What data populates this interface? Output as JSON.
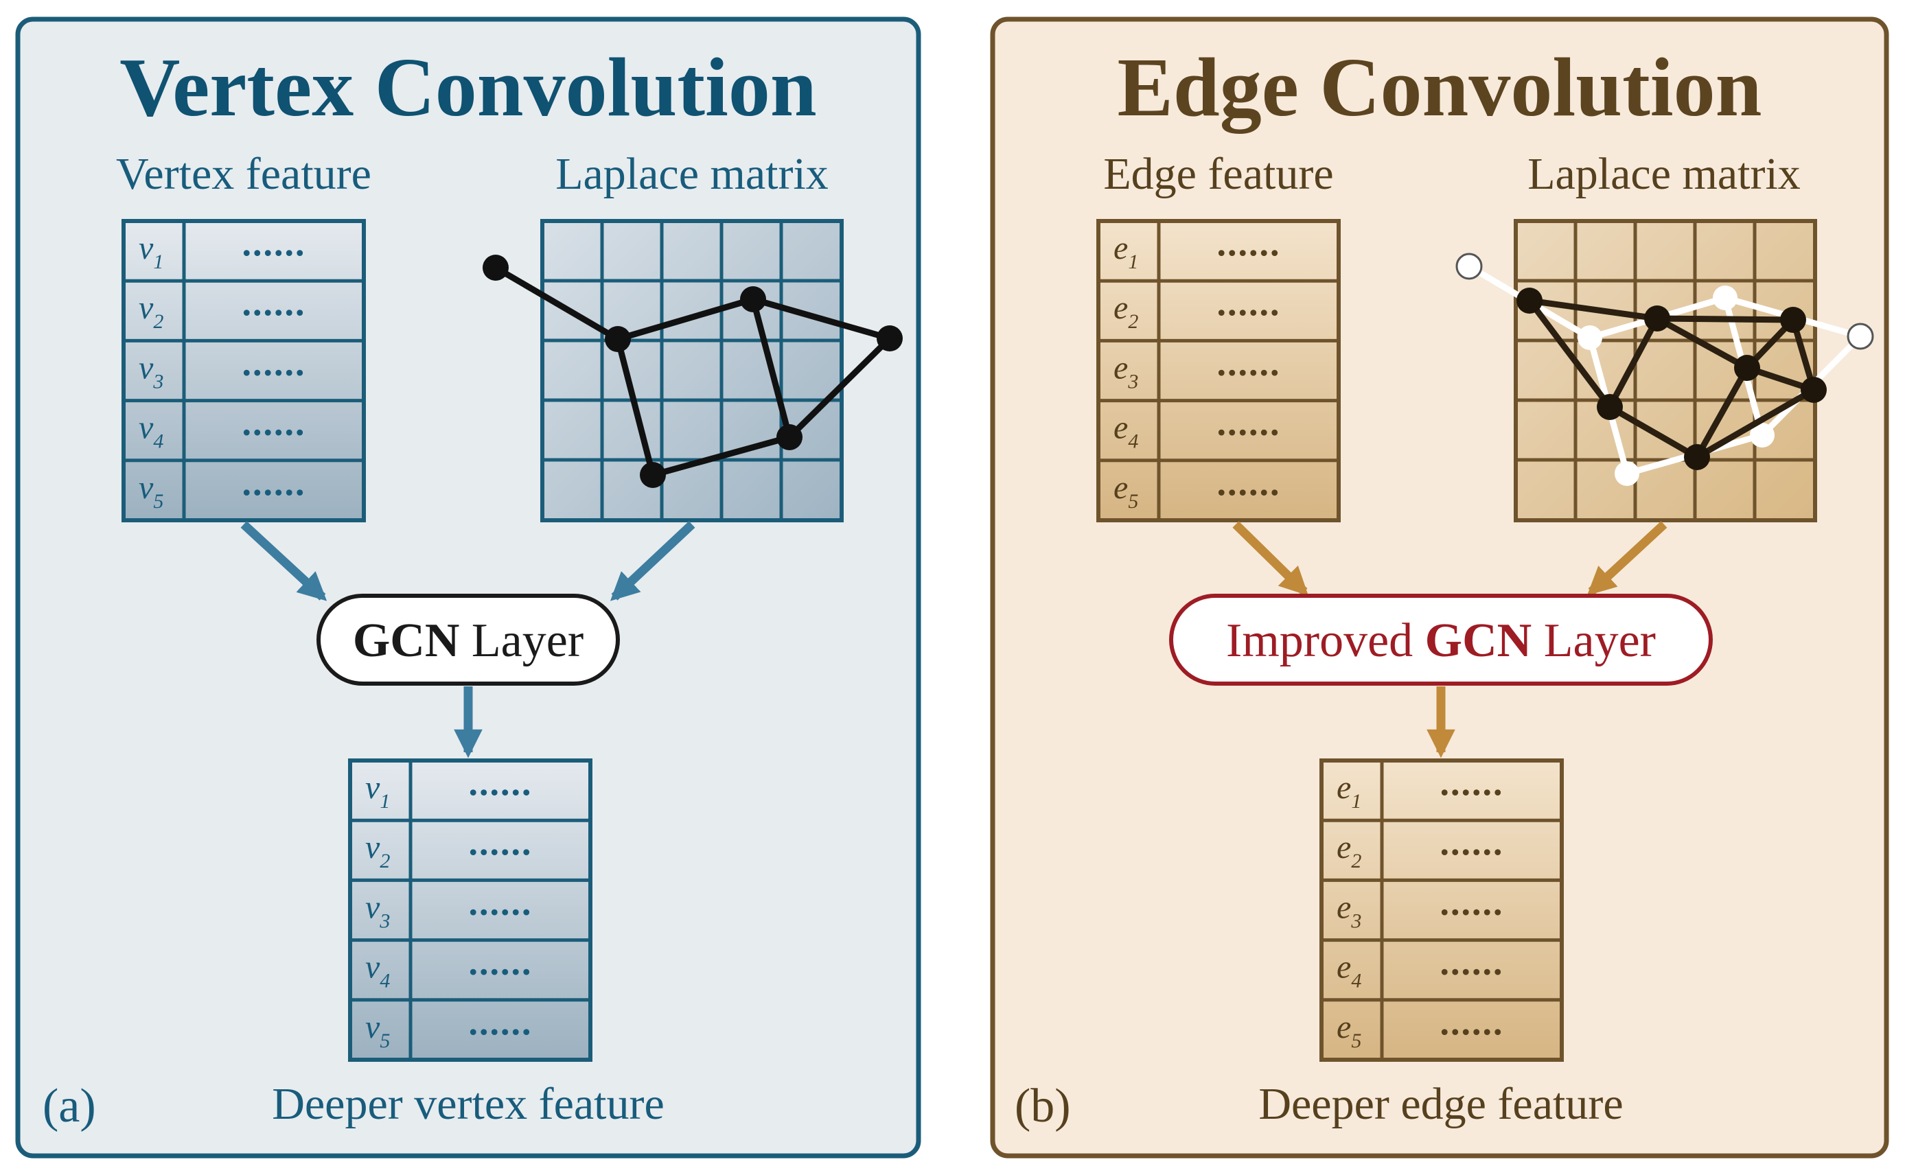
{
  "colors": {
    "a_bg": "#e7ecef",
    "a_border": "#1b5d79",
    "a_title": "#0f5271",
    "a_text": "#185c7c",
    "a_cell_top": "#e4e9ee",
    "a_cell_bottom": "#9cb1c0",
    "a_arrow": "#3d7da0",
    "b_bg": "#f7eadb",
    "b_border": "#6e532c",
    "b_title": "#5c4420",
    "b_text": "#56401e",
    "b_cell_top": "#f3e3cb",
    "b_cell_bottom": "#d6b583",
    "b_arrow": "#c08a3a",
    "b_gcn": "#9e1c24",
    "graph_dark": "#111111",
    "graph_light": "#ffffff"
  },
  "panel_a": {
    "title": "Vertex Convolution",
    "feature_label": "Vertex feature",
    "laplace_label": "Laplace matrix",
    "gcn_bold": "GCN",
    "gcn_rest": " Layer",
    "output_label": "Deeper vertex feature",
    "panel_label": "(a)",
    "input_rows": [
      {
        "var": "v",
        "sub": "1",
        "dots": "......"
      },
      {
        "var": "v",
        "sub": "2",
        "dots": "......"
      },
      {
        "var": "v",
        "sub": "3",
        "dots": "......"
      },
      {
        "var": "v",
        "sub": "4",
        "dots": "......"
      },
      {
        "var": "v",
        "sub": "5",
        "dots": "......"
      }
    ],
    "output_rows": [
      {
        "var": "v",
        "sub": "1",
        "dots": "......"
      },
      {
        "var": "v",
        "sub": "2",
        "dots": "......"
      },
      {
        "var": "v",
        "sub": "3",
        "dots": "......"
      },
      {
        "var": "v",
        "sub": "4",
        "dots": "......"
      },
      {
        "var": "v",
        "sub": "5",
        "dots": "......"
      }
    ]
  },
  "panel_b": {
    "title": "Edge Convolution",
    "feature_label": "Edge feature",
    "laplace_label": "Laplace matrix",
    "gcn_prefix": "Improved ",
    "gcn_bold": "GCN",
    "gcn_rest": " Layer",
    "output_label": "Deeper edge feature",
    "panel_label": "(b)",
    "input_rows": [
      {
        "var": "e",
        "sub": "1",
        "dots": "......"
      },
      {
        "var": "e",
        "sub": "2",
        "dots": "......"
      },
      {
        "var": "e",
        "sub": "3",
        "dots": "......"
      },
      {
        "var": "e",
        "sub": "4",
        "dots": "......"
      },
      {
        "var": "e",
        "sub": "5",
        "dots": "......"
      }
    ],
    "output_rows": [
      {
        "var": "e",
        "sub": "1",
        "dots": "......"
      },
      {
        "var": "e",
        "sub": "2",
        "dots": "......"
      },
      {
        "var": "e",
        "sub": "3",
        "dots": "......"
      },
      {
        "var": "e",
        "sub": "4",
        "dots": "......"
      },
      {
        "var": "e",
        "sub": "5",
        "dots": "......"
      }
    ]
  }
}
